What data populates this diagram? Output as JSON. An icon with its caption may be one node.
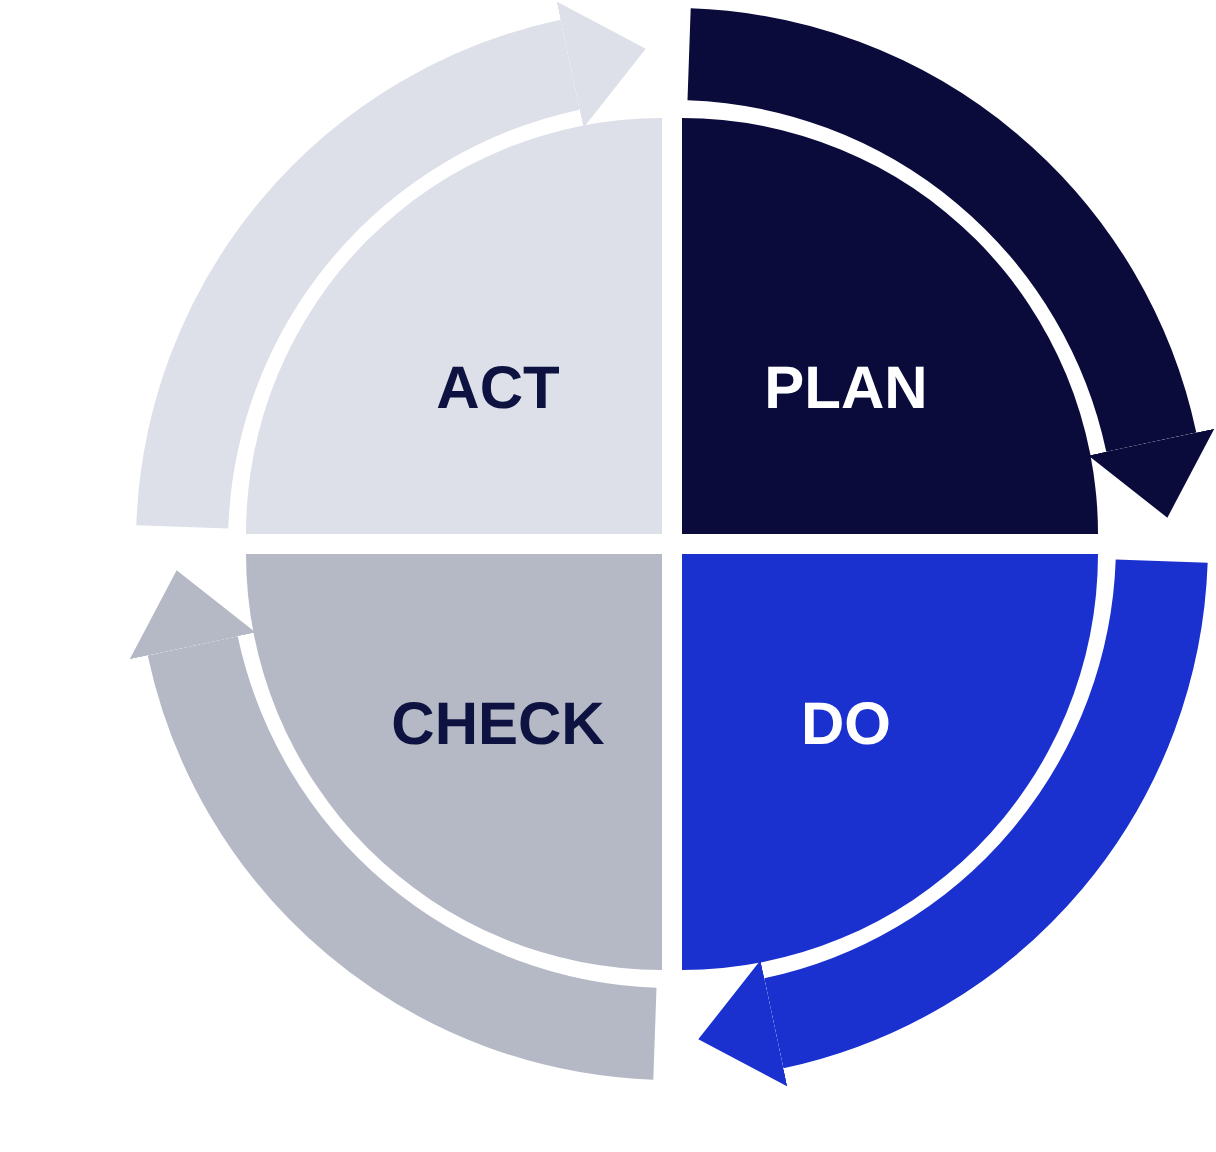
{
  "diagram": {
    "nodes": [
      {
        "text": [
          "ACT"
        ]
      },
      {
        "text": [
          "PLAN"
        ]
      },
      {
        "text": [
          "CHECK"
        ]
      },
      {
        "text": [
          "DO"
        ]
      }
    ]
  }
}
